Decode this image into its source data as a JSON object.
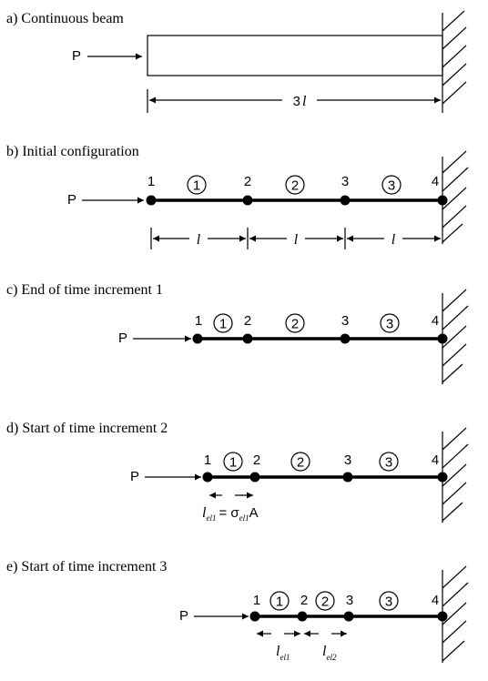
{
  "panels": {
    "a": {
      "title": "a) Continuous beam",
      "load": "P",
      "length": "3",
      "length_unit": "l"
    },
    "b": {
      "title": "b) Initial configuration",
      "load": "P",
      "nodes": [
        "1",
        "2",
        "3",
        "4"
      ],
      "elements": [
        "1",
        "2",
        "3"
      ],
      "segment_unit": "l"
    },
    "c": {
      "title": "c) End of time increment 1",
      "load": "P",
      "nodes": [
        "1",
        "2",
        "3",
        "4"
      ],
      "elements": [
        "1",
        "2",
        "3"
      ]
    },
    "d": {
      "title": "d) Start of time increment 2",
      "load": "P",
      "nodes": [
        "1",
        "2",
        "3",
        "4"
      ],
      "elements": [
        "1",
        "2",
        "3"
      ],
      "formula": {
        "l": "l",
        "l_sub": "el1",
        "eq": "= σ",
        "sigma_sub": "el1",
        "A": "A"
      }
    },
    "e": {
      "title": "e) Start of time increment 3",
      "load": "P",
      "nodes": [
        "1",
        "2",
        "3",
        "4"
      ],
      "elements": [
        "1",
        "2",
        "3"
      ],
      "len1": {
        "l": "l",
        "sub": "el1"
      },
      "len2": {
        "l": "l",
        "sub": "el2"
      }
    }
  }
}
